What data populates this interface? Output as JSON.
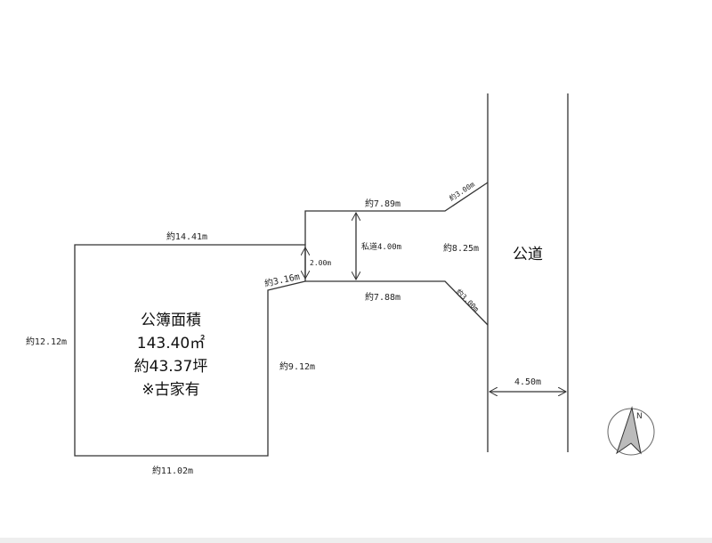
{
  "lot": {
    "area_title": "公簿面積",
    "area_sqm": "143.40㎡",
    "area_tsubo": "約43.37坪",
    "note": "※古家有"
  },
  "dimensions": {
    "top": "約14.41m",
    "left": "約12.12m",
    "bottom": "約11.02m",
    "right": "約9.12m",
    "slant": "約3.16m",
    "neck": "2.00m",
    "private_road_top": "約7.89m",
    "private_road_bottom": "約7.88m",
    "private_road_width": "私道4.00m",
    "corner_top": "約3.00m",
    "corner_bottom": "約3.00m",
    "frontage": "約8.25m",
    "public_road_width": "4.50m"
  },
  "public_road": "公道",
  "compass": {
    "label": "N"
  }
}
